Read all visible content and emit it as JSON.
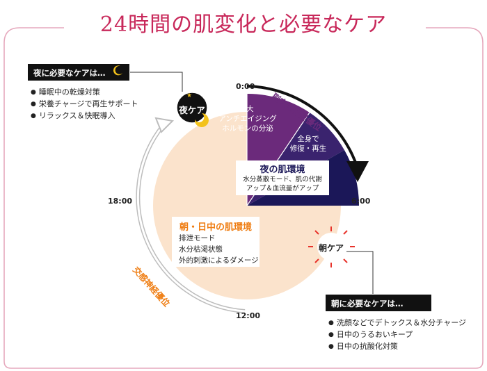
{
  "title": "24時間の肌変化と必要なケア",
  "night_callout": {
    "heading": "夜に必要なケアは…",
    "icon": "crescent-moon-icon",
    "items": [
      "睡眠中の乾燥対策",
      "栄養チャージで再生サポート",
      "リラックス＆快眠導入"
    ]
  },
  "morning_callout": {
    "heading": "朝に必要なケアは…",
    "icon": "sun-icon",
    "items": [
      "洗顔などでデトックス＆水分チャージ",
      "日中のうるおいキープ",
      "日中の抗酸化対策"
    ]
  },
  "clock": {
    "t0": "0:00",
    "t6": "6:00",
    "t12": "12:00",
    "t18": "18:00"
  },
  "night_badge": "夜ケア",
  "morning_badge": "朝ケア",
  "parasympathetic": "副交感神経優位",
  "sympathetic": "交感神経優位",
  "segments": {
    "anti_aging": [
      "2大",
      "アンチエイジング",
      "ホルモンの分泌"
    ],
    "repair": [
      "全身で",
      "修復・再生"
    ]
  },
  "night_box": {
    "heading": "夜の肌環境",
    "lines": [
      "水分蒸散モード、肌の代謝",
      "アップ＆血流量がアップ"
    ]
  },
  "day_box": {
    "heading": "朝・日中の肌環境",
    "lines": [
      "排泄モード",
      "水分枯渇状態",
      "外的刺激によるダメージ"
    ]
  },
  "colors": {
    "title": "#c8285a",
    "frame": "#e6a9bd",
    "day_area": "#fbe3cc",
    "anti_aging": "#6b2a7b",
    "repair": "#3a236e",
    "night_env": "#1b1758",
    "orange": "#ef7d12",
    "purple_text": "#6b2a7b"
  }
}
